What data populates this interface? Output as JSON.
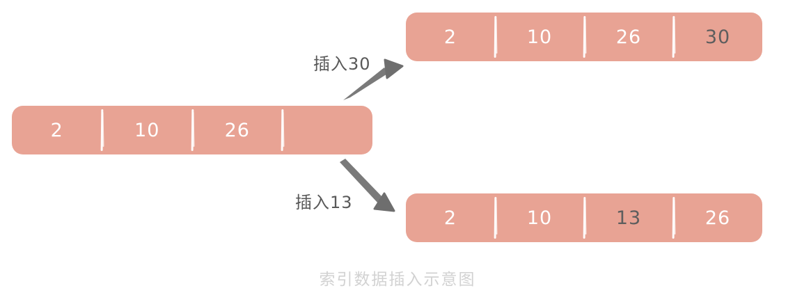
{
  "figure": {
    "caption": "索引数据插入示意图",
    "caption_color": "#d2d2d2",
    "background": "#ffffff"
  },
  "style": {
    "bar_color": "#e8a394",
    "divider_color": "#ffffff",
    "value_color": "#ffffff",
    "highlight_value_color": "#5e5e5e",
    "arrow_color": "#6e6e6e",
    "label_color": "#595959"
  },
  "arrays": {
    "source": {
      "name": "original-index-array",
      "cells": [
        {
          "value": "2",
          "highlight": false
        },
        {
          "value": "10",
          "highlight": false
        },
        {
          "value": "26",
          "highlight": false
        },
        {
          "value": "",
          "highlight": false
        }
      ]
    },
    "result_insert_30": {
      "name": "array-after-inserting-30",
      "cells": [
        {
          "value": "2",
          "highlight": false
        },
        {
          "value": "10",
          "highlight": false
        },
        {
          "value": "26",
          "highlight": false
        },
        {
          "value": "30",
          "highlight": true
        }
      ]
    },
    "result_insert_13": {
      "name": "array-after-inserting-13",
      "cells": [
        {
          "value": "2",
          "highlight": false
        },
        {
          "value": "10",
          "highlight": false
        },
        {
          "value": "13",
          "highlight": true
        },
        {
          "value": "26",
          "highlight": false
        }
      ]
    }
  },
  "arrows": [
    {
      "id": "insert-30",
      "label": "插入30",
      "direction": "up-right"
    },
    {
      "id": "insert-13",
      "label": "插入13",
      "direction": "down-right"
    }
  ]
}
